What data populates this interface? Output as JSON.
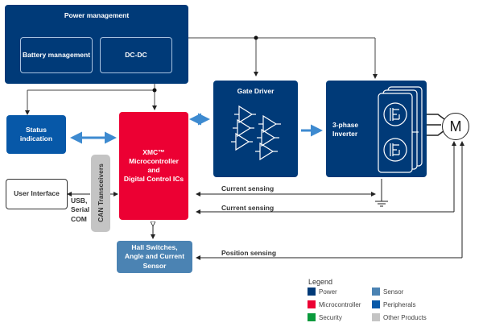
{
  "blocks": {
    "power_management": {
      "title": "Power management",
      "battery": "Battery management",
      "dcdc": "DC-DC"
    },
    "status": "Status indication",
    "micro": [
      "XMC™",
      "Microcontroller",
      "and",
      "Digital Control ICs"
    ],
    "gate_driver": "Gate Driver",
    "inverter": [
      "3-phase",
      "Inverter"
    ],
    "motor": "M",
    "user_interface": "User Interface",
    "can": "CAN Transceivers",
    "hall": [
      "Hall Switches,",
      "Angle and Current",
      "Sensor"
    ]
  },
  "labels": {
    "usb": [
      "USB,",
      "Serial",
      "COM"
    ],
    "current_sensing_1": "Current sensing",
    "current_sensing_2": "Current sensing",
    "position_sensing": "Position sensing"
  },
  "legend": {
    "title": "Legend",
    "items": [
      {
        "label": "Power",
        "color": "#003a78"
      },
      {
        "label": "Microcontroller",
        "color": "#ec0033"
      },
      {
        "label": "Security",
        "color": "#0a9a3c"
      },
      {
        "label": "Sensor",
        "color": "#4b83b3"
      },
      {
        "label": "Peripherals",
        "color": "#0758a8"
      },
      {
        "label": "Other Products",
        "color": "#c4c4c4"
      }
    ]
  }
}
